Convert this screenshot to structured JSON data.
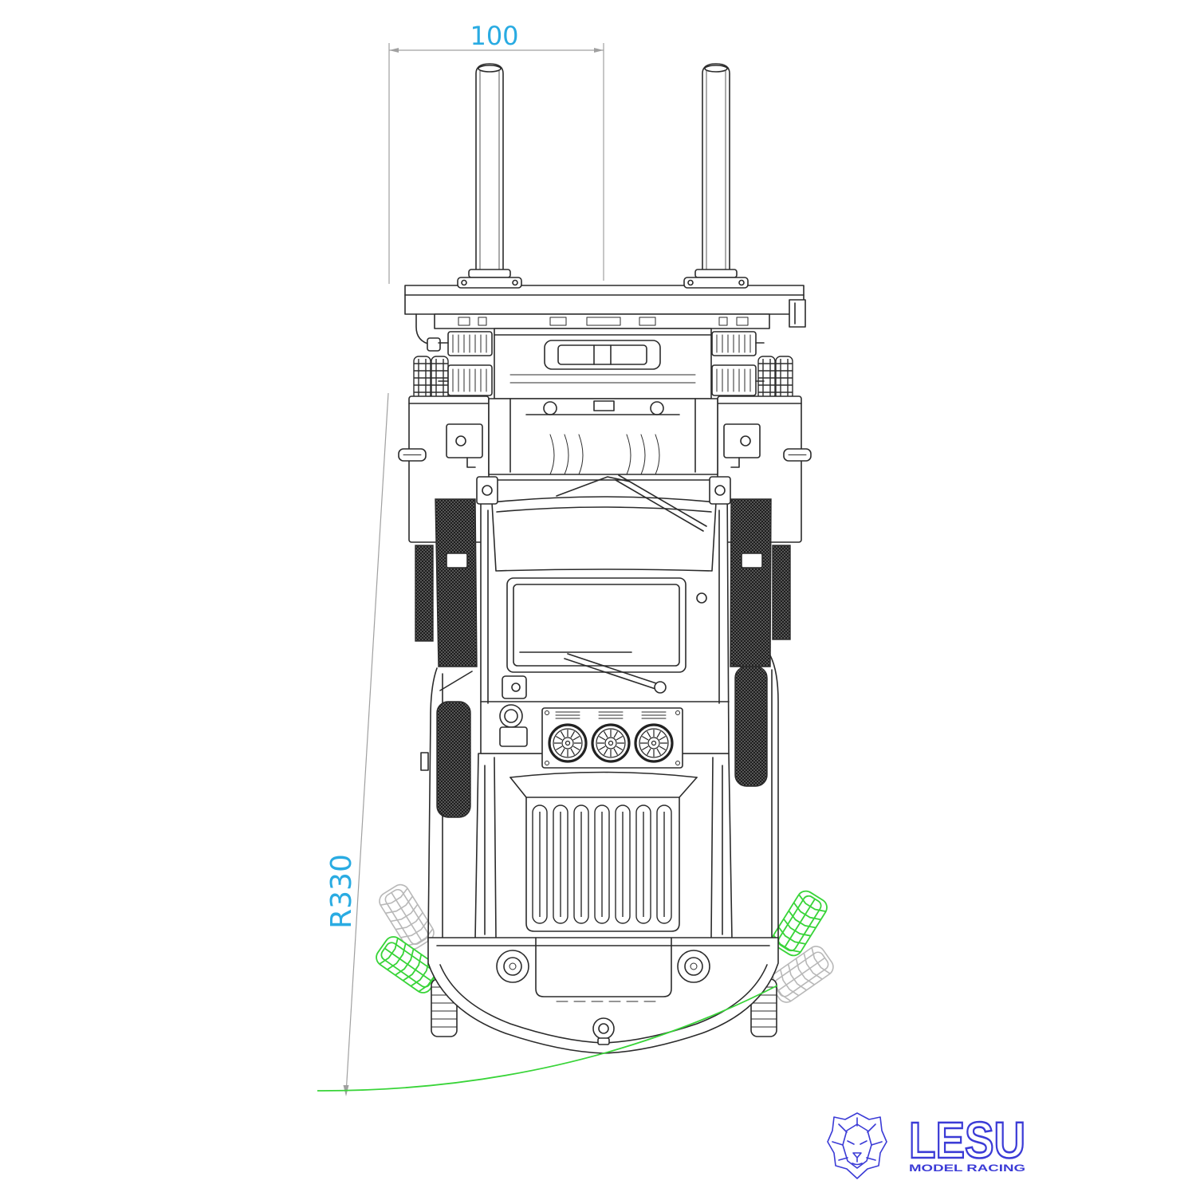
{
  "annotations": {
    "width_dimension": "100",
    "turning_radius": "R330"
  },
  "brand": {
    "wordmark": "LESU",
    "tagline": "MODEL RACING",
    "icon": "lion-head-icon"
  },
  "colors": {
    "dimension_text": "#29abe2",
    "turning_path": "#38d438",
    "steering_tire_previous": "#b8b8b8",
    "brand_blue": "#3b3bd6",
    "linework": "#2b2b2b"
  }
}
